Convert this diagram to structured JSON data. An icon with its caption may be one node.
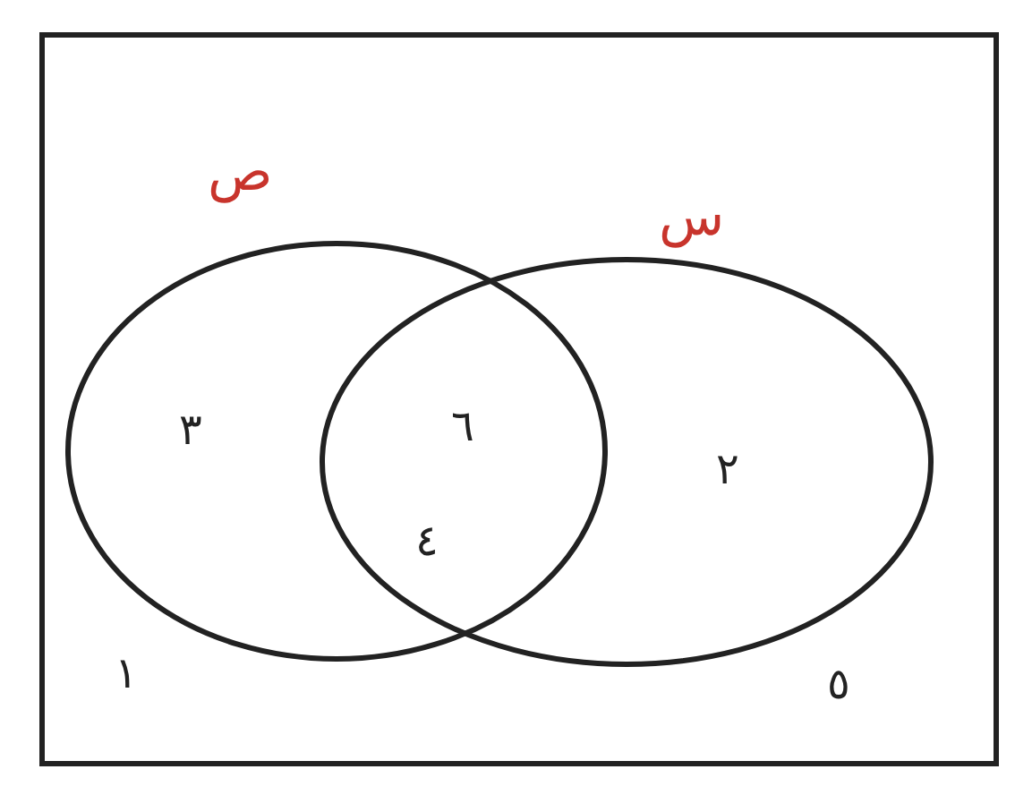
{
  "diagram": {
    "nodes": [
      {
        "text": [],
        "shape": "box"
      },
      {
        "text": [
          "ص"
        ],
        "in": 0
      },
      {
        "text": [
          "س"
        ],
        "in": 0
      }
    ],
    "labels": [
      "٣",
      "٦",
      "٤",
      "٢",
      "١",
      "٥"
    ]
  }
}
